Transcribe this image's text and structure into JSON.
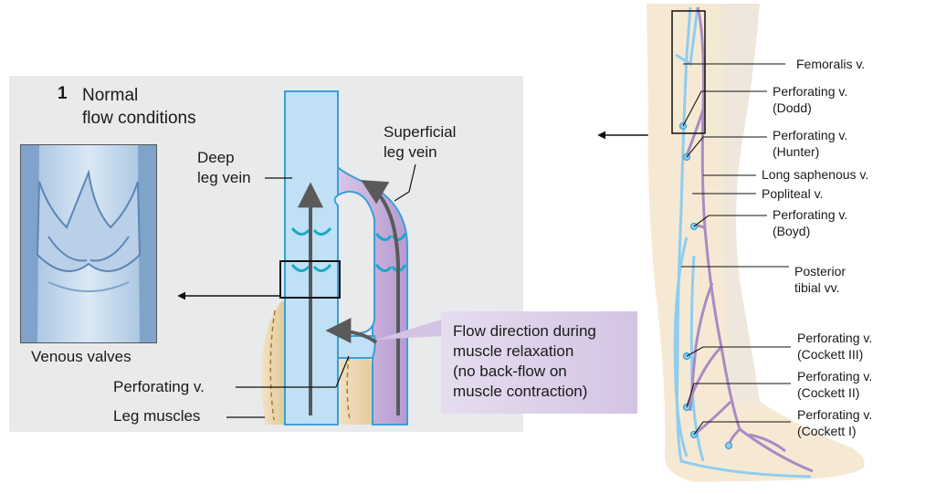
{
  "panel": {
    "number": "1",
    "title_lines": [
      "Normal",
      "flow conditions"
    ]
  },
  "labels": {
    "deep_vein": [
      "Deep",
      "leg vein"
    ],
    "superficial_vein": [
      "Superficial",
      "leg vein"
    ],
    "venous_valves": "Venous valves",
    "perforating": "Perforating v.",
    "leg_muscles": "Leg muscles",
    "flow_direction": [
      "Flow direction during",
      "muscle relaxation",
      "(no back-flow on",
      "muscle contraction)"
    ]
  },
  "leg_labels": {
    "femoralis": "Femoralis v.",
    "dodd": [
      "Perforating v.",
      "(Dodd)"
    ],
    "hunter": [
      "Perforating v.",
      "(Hunter)"
    ],
    "long_saphenous": "Long saphenous v.",
    "popliteal": "Popliteal v.",
    "boyd": [
      "Perforating v.",
      "(Boyd)"
    ],
    "posterior_tibial": [
      "Posterior",
      "tibial vv."
    ],
    "cockett3": [
      "Perforating v.",
      "(Cockett III)"
    ],
    "cockett2": [
      "Perforating v.",
      "(Cockett II)"
    ],
    "cockett1": [
      "Perforating v.",
      "(Cockett I)"
    ]
  },
  "colors": {
    "deep_vein": "#bfe0f5",
    "deep_vein_border": "#3aa0d8",
    "superficial_vein": "#c9b3dc",
    "valve": "#1aa8c8",
    "arrow": "#5a5a5a",
    "muscle": "#efdcbc",
    "leg_skin": "#f6e9d3",
    "leg_deep": "#8fcdef",
    "leg_superficial": "#a98bc4"
  }
}
